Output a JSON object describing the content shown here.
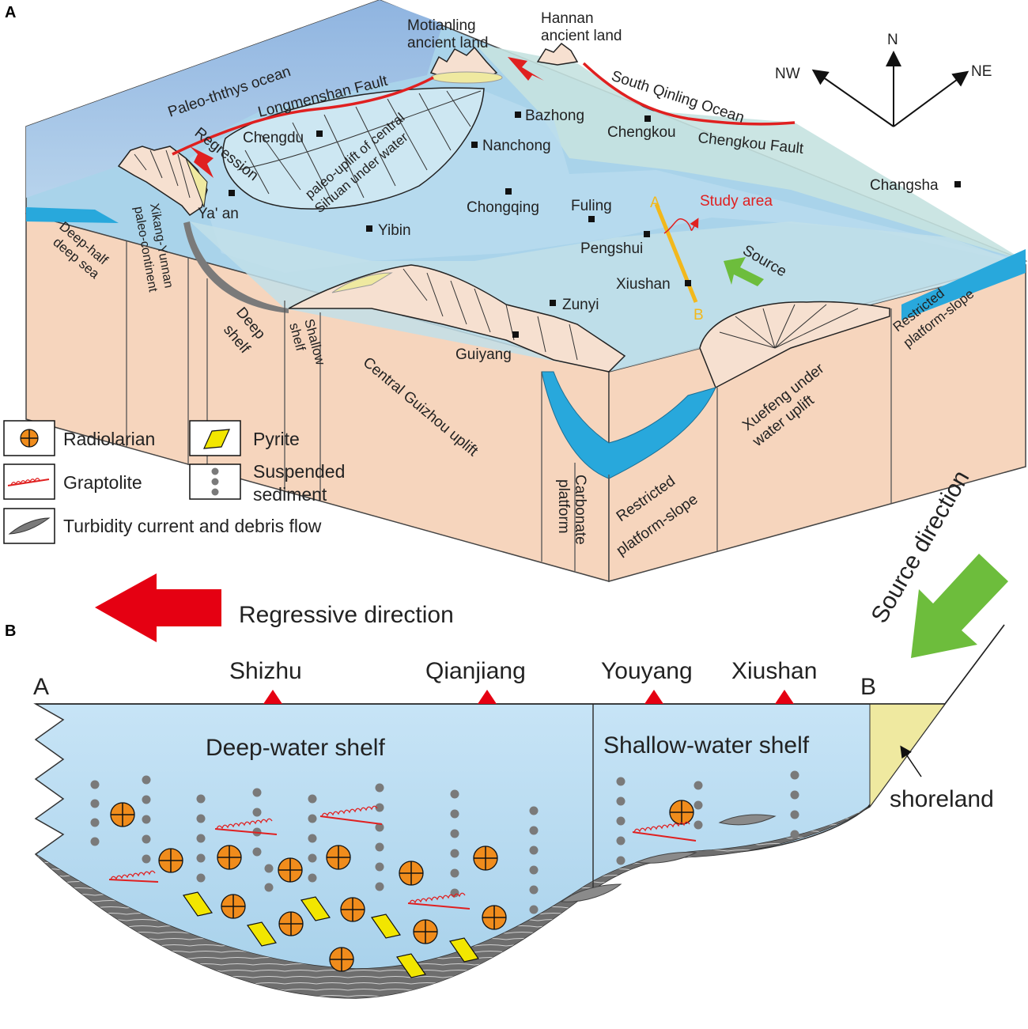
{
  "panel_a": {
    "panel_label": "A",
    "labels": {
      "paleo_ocean": "Paleo-ththys ocean",
      "longmenshan": "Longmenshan Fault",
      "motianling_1": "Motianling",
      "motianling_2": "ancient land",
      "hannan_1": "Hannan",
      "hannan_2": "ancient land",
      "south_qinling": "South Qinling Ocean",
      "chengkou_fault": "Chengkou Fault",
      "regression": "Regression",
      "uplift_1": "paleo-uplift of central",
      "uplift_2": "Sihuan under water",
      "study_area": "Study area",
      "source": "Source",
      "point_a": "A",
      "point_b": "B"
    },
    "cities": {
      "chengdu": "Chengdu",
      "bazhong": "Bazhong",
      "nanchong": "Nanchong",
      "chengkou": "Chengkou",
      "yaan": "Ya' an",
      "yibin": "Yibin",
      "chongqing": "Chongqing",
      "fuling": "Fuling",
      "pengshui": "Pengshui",
      "xiushan": "Xiushan",
      "zunyi": "Zunyi",
      "guiyang": "Guiyang",
      "changsha": "Changsha"
    },
    "compass": {
      "n": "N",
      "nw": "NW",
      "ne": "NE"
    },
    "front_faces": {
      "deep_half_1": "Deep-half",
      "deep_half_2": "deep sea",
      "xikang_1": "Xikang-Yunnan",
      "xikang_2": "paleo-continent",
      "deep_shelf_1": "Deep",
      "deep_shelf_2": "shelf",
      "shallow_shelf_1": "Shallow",
      "shallow_shelf_2": "shelf",
      "central_guizhou": "Central Guizhou uplift",
      "carbonate_1": "Carbonate",
      "carbonate_2": "platform",
      "restricted_1": "Restricted",
      "restricted_2": "platform-slope",
      "xuefeng_1": "Xuefeng under",
      "xuefeng_2": "water uplift",
      "restricted_r1": "Restricted",
      "restricted_r2": "platform-slope"
    }
  },
  "legend": {
    "radiolarian": "Radiolarian",
    "pyrite": "Pyrite",
    "graptolite": "Graptolite",
    "suspended_1": "Suspended",
    "suspended_2": "sediment",
    "turbidity": "Turbidity current and debris flow"
  },
  "panel_b": {
    "panel_label": "B",
    "regressive": "Regressive direction",
    "source_direction": "Source direction",
    "end_a": "A",
    "end_b": "B",
    "sites": {
      "shizhu": "Shizhu",
      "qianjiang": "Qianjiang",
      "youyang": "Youyang",
      "xiushan": "Xiushan"
    },
    "deep_shelf": "Deep-water shelf",
    "shallow_shelf": "Shallow-water shelf",
    "shoreland": "shoreland"
  },
  "colors": {
    "sea": "#a9d3ea",
    "shelf_light": "#c5e2e0",
    "face": "#f6d5bd",
    "carbonate": "#28a8dc",
    "fault": "#e02020",
    "source_arrow": "#6dbd3c",
    "radiolarian": "#f08c1c",
    "pyrite": "#f2e600",
    "suspended": "#7a7a7a",
    "shoreland": "#efe9a0"
  }
}
